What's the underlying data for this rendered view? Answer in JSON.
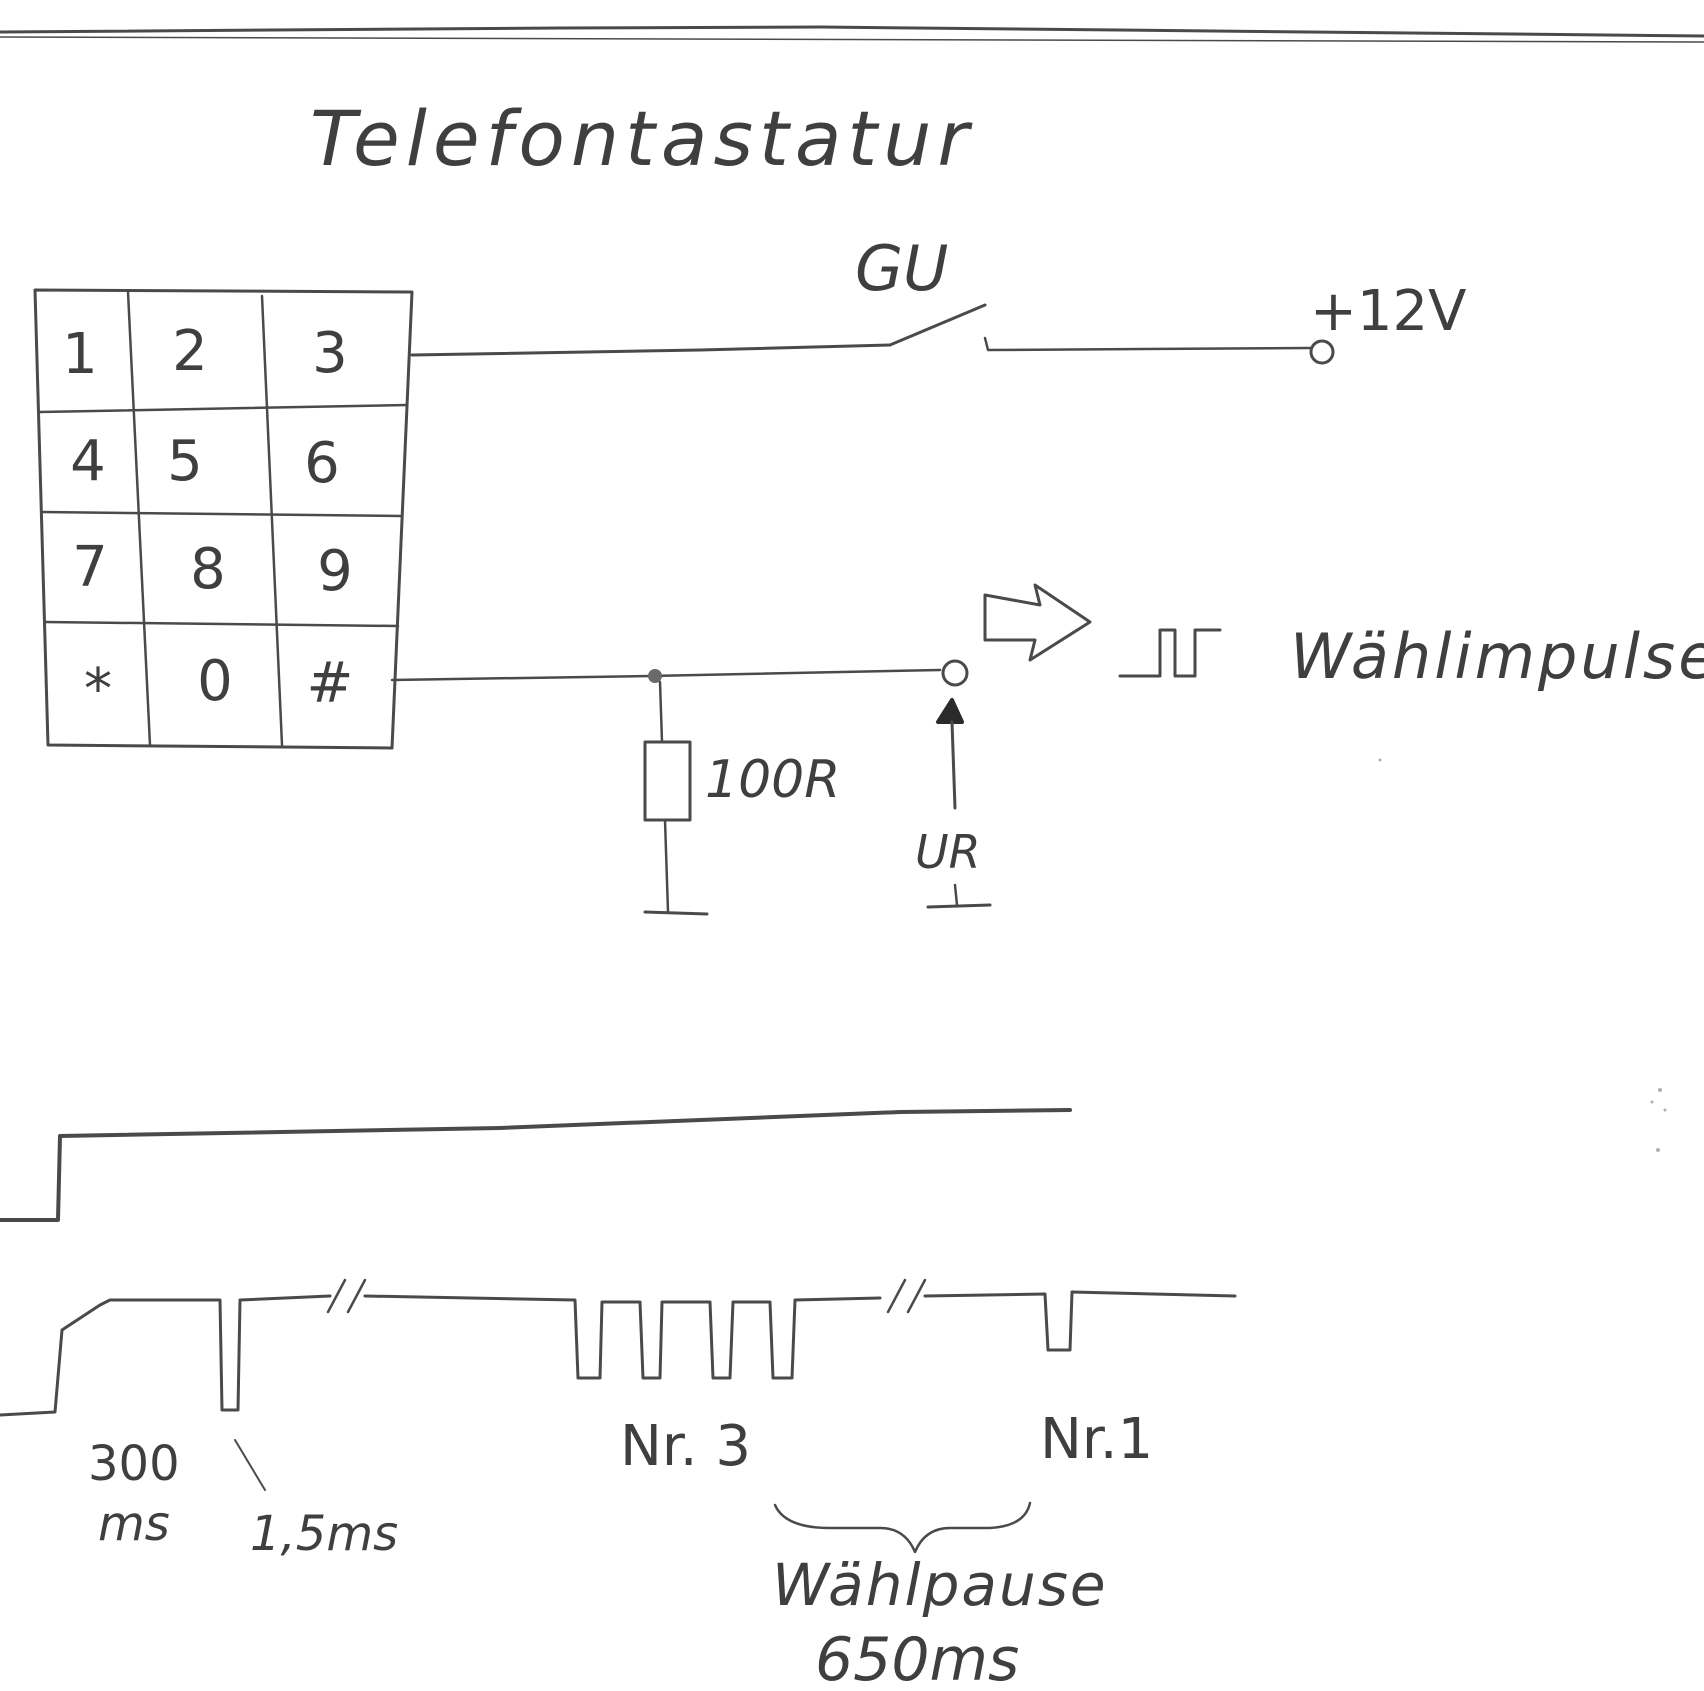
{
  "title": "Telefontastatur",
  "keypad": {
    "keys": [
      "1",
      "2",
      "3",
      "4",
      "5",
      "6",
      "7",
      "8",
      "9",
      "*",
      "0",
      "#"
    ]
  },
  "labels": {
    "switch": "GU",
    "supply": "+12V",
    "output": "Wählimpulse",
    "resistor": "100R",
    "voltage": "UR",
    "t_300": "300",
    "t_300_unit": "ms",
    "t_pulse": "1,5ms",
    "digit_a": "Nr. 3",
    "digit_b": "Nr.1",
    "pause": "Wählpause",
    "pause_time": "650ms"
  },
  "colors": {
    "pencil": "#4a4a4a",
    "paper": "#ffffff"
  }
}
